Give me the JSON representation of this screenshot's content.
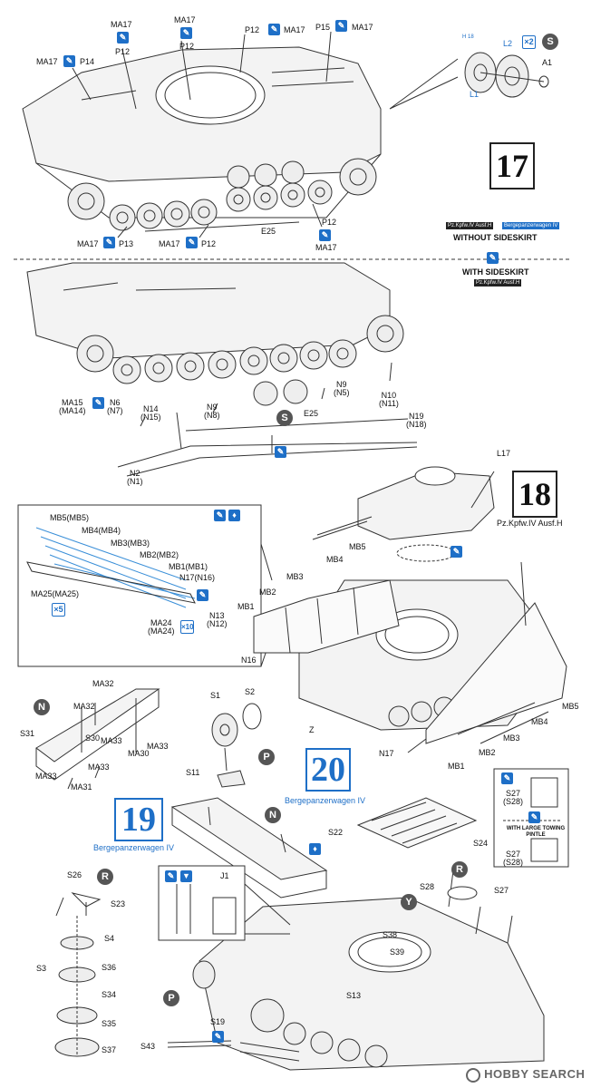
{
  "step17": {
    "number": "17",
    "labels": {
      "ma17_a": "MA17",
      "ma17_b": "MA17",
      "ma17_c": "MA17",
      "ma17_d": "MA17",
      "p14": "P14",
      "p12_a": "P12",
      "p12_b": "P12",
      "p12_c": "P12",
      "p15": "P15",
      "ma17_e": "MA17",
      "ma17_f": "MA17",
      "p13": "P13",
      "ma17_g": "MA17",
      "p12_d": "P12",
      "e25": "E25",
      "p12_e": "P12",
      "ma17_h": "MA17"
    },
    "wheel_callout": {
      "h": "H",
      "h_nums": "18",
      "l2": "L2",
      "x2": "2",
      "a1": "A1",
      "l1": "L1",
      "s": "S"
    },
    "without_tags": [
      "Pz.Kpfw.IV Ausf.H",
      "Bergepanzerwagen IV"
    ],
    "without_caption": "WITHOUT SIDESKIRT",
    "with_caption": "WITH SIDESKIRT",
    "with_tag": "Pz.Kpfw.IV Ausf.H",
    "lower_labels": {
      "ma15": "MA15",
      "ma14": "(MA14)",
      "n6": "N6",
      "n7": "(N7)",
      "n14": "N14",
      "n15": "(N15)",
      "n9a": "N9",
      "n8": "(N8)",
      "n9b": "N9",
      "n5": "(N5)",
      "s": "S",
      "e25": "E25",
      "n10": "N10",
      "n11": "(N11)",
      "n19": "N19",
      "n18": "(N18)",
      "n2": "N2",
      "n1": "(N1)"
    }
  },
  "step18": {
    "number": "18",
    "subtitle": "Pz.Kpfw.IV Ausf.H",
    "l17": "L17",
    "inset": {
      "mb5": "MB5(MB5)",
      "mb4": "MB4(MB4)",
      "mb3": "MB3(MB3)",
      "mb2": "MB2(MB2)",
      "mb1": "MB1(MB1)",
      "n17": "N17(N16)",
      "ma25": "MA25(MA25)",
      "x5": "5",
      "ma24": "MA24",
      "ma24b": "(MA24)",
      "x10": "10",
      "n13": "N13",
      "n12": "(N12)"
    },
    "main": {
      "mb5": "MB5",
      "mb4": "MB4",
      "mb3": "MB3",
      "mb2": "MB2",
      "mb1": "MB1",
      "n16": "N16",
      "z": "Z",
      "n17": "N17",
      "mb5r": "MB5",
      "mb4r": "MB4",
      "mb3r": "MB3",
      "mb2r": "MB2",
      "mb1r": "MB1"
    }
  },
  "step19": {
    "number": "19",
    "subtitle": "Bergepanzerwagen IV",
    "n": "N",
    "labels": {
      "ma32a": "MA32",
      "ma32b": "MA32",
      "s31": "S31",
      "s30": "S30",
      "ma33a": "MA33",
      "ma33b": "MA33",
      "ma30": "MA30",
      "ma33c": "MA33",
      "ma31": "MA31",
      "ma33d": "MA33"
    },
    "s1": "S1",
    "s2": "S2",
    "s11": "S11",
    "p": "P"
  },
  "step20": {
    "number": "20",
    "subtitle": "Bergepanzerwagen IV",
    "labels": {
      "n": "N",
      "s22": "S22",
      "s24": "S24",
      "s27": "S27",
      "s28": "S28",
      "s27b": "S27",
      "s28b": "(S28)",
      "s27c": "S27",
      "s28c": "(S28)",
      "y": "Y",
      "r": "R",
      "s38": "S38",
      "s39": "S39",
      "s13": "S13",
      "j1": "J1",
      "p": "P",
      "s19": "S19",
      "s43": "S43",
      "r2": "R",
      "s26": "S26",
      "s23": "S23",
      "s4": "S4",
      "s3": "S3",
      "s36": "S36",
      "s34": "S34",
      "s35": "S35",
      "s37": "S37"
    },
    "towing": "WITH LARGE TOWING PINTLE"
  },
  "watermark": "HOBBY SEARCH"
}
